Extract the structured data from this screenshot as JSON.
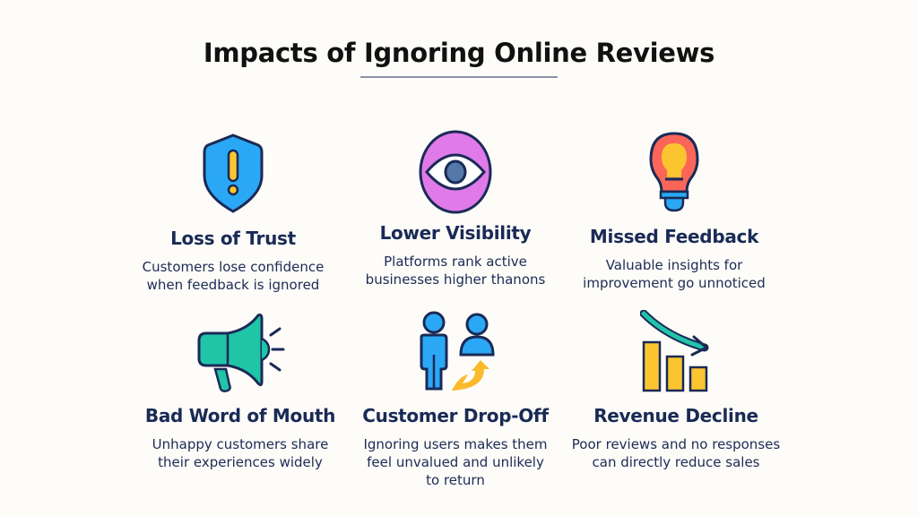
{
  "title": "Impacts of Ignoring Online Reviews",
  "items": [
    {
      "icon": "shield-alert-icon",
      "title": "Loss of Trust",
      "lines": [
        "Customers lose confidence",
        "when feedback is ignored"
      ]
    },
    {
      "icon": "eye-icon",
      "title": "Lower Visibility",
      "lines": [
        "Platforms rank active",
        "businesses higher thanons"
      ]
    },
    {
      "icon": "lightbulb-icon",
      "title": "Missed Feedback",
      "lines": [
        "Valuable insights for",
        "improvement go unnoticed"
      ]
    },
    {
      "icon": "megaphone-icon",
      "title": "Bad Word of Mouth",
      "lines": [
        "Unhappy customers share",
        "their experiences widely"
      ]
    },
    {
      "icon": "users-leaving-icon",
      "title": "Customer Drop-Off",
      "lines": [
        "Ignoring users makes them",
        "feel unvalued and unlikely",
        "to return"
      ]
    },
    {
      "icon": "declining-chart-icon",
      "title": "Revenue Decline",
      "lines": [
        "Poor reviews and no responses",
        "can directly reduce sales"
      ]
    }
  ],
  "colors": {
    "navy": "#1a2a56",
    "blue": "#2aa8f5",
    "yellow": "#fbc531",
    "pink": "#e07ae8",
    "red": "#fb6658",
    "teal": "#20c5a8"
  }
}
